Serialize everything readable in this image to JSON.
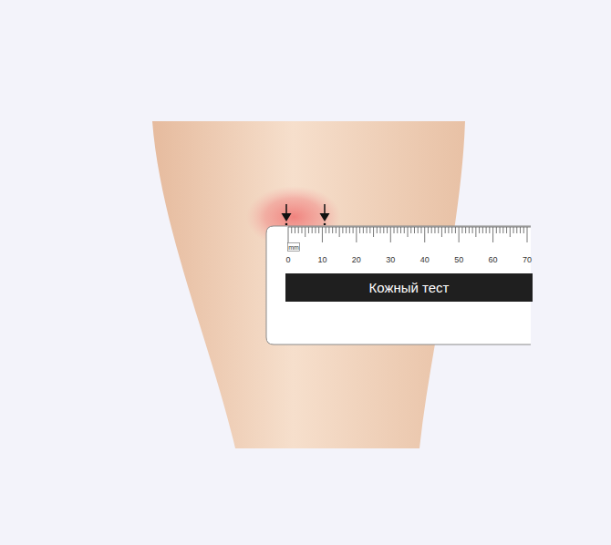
{
  "diagram": {
    "nodes": [
      {
        "text": [
          "Кожный тест"
        ]
      }
    ],
    "labels": [
      "mm",
      "0",
      "10",
      "20",
      "30",
      "40",
      "50",
      "60",
      "70"
    ]
  }
}
